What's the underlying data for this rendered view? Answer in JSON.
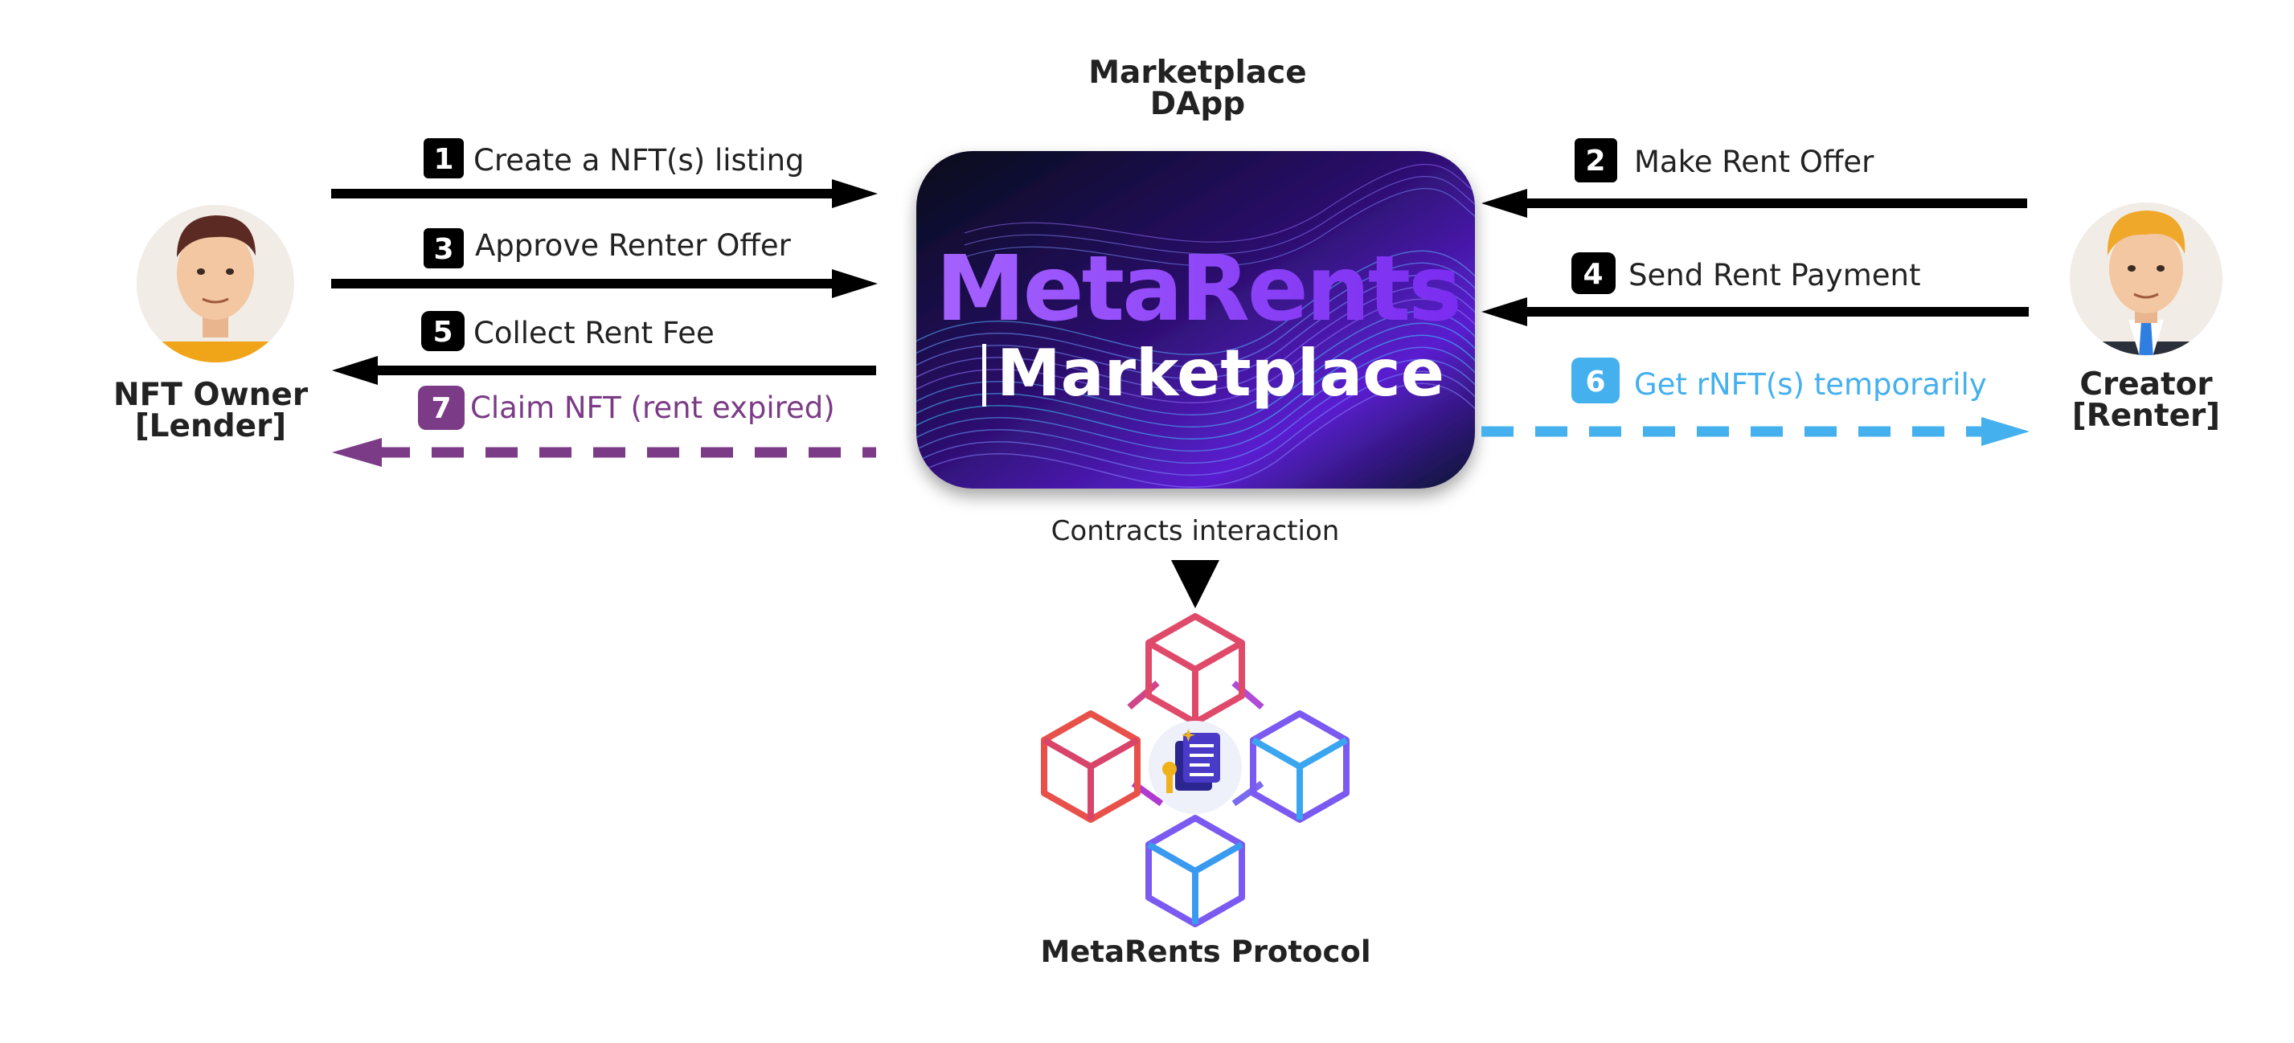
{
  "header": {
    "line1": "Marketplace",
    "line2": "DApp"
  },
  "marketplace_card": {
    "brand": "MetaRents",
    "subtitle": "Marketplace"
  },
  "lender": {
    "line1": "NFT Owner",
    "line2": "[Lender]"
  },
  "renter": {
    "line1": "Creator",
    "line2": "[Renter]"
  },
  "steps": [
    {
      "number": "1",
      "label": "Create a NFT(s) listing"
    },
    {
      "number": "2",
      "label": "Make Rent Offer"
    },
    {
      "number": "3",
      "label": "Approve Renter Offer"
    },
    {
      "number": "4",
      "label": "Send Rent Payment"
    },
    {
      "number": "5",
      "label": "Collect Rent Fee"
    },
    {
      "number": "6",
      "label": "Get rNFT(s) temporarily"
    },
    {
      "number": "7",
      "label": "Claim NFT (rent expired)"
    }
  ],
  "contracts_label": "Contracts interaction",
  "protocol_label": "MetaRents Protocol",
  "colors": {
    "black": "#000000",
    "purple": "#7b3b86",
    "blue": "#44b0ee",
    "card_dark": "#0d0a2a",
    "brand_purple": "#8b3cf0"
  },
  "icons": [
    "lender-avatar-icon",
    "renter-avatar-icon",
    "protocol-blocks-icon",
    "contract-document-icon",
    "key-icon"
  ]
}
